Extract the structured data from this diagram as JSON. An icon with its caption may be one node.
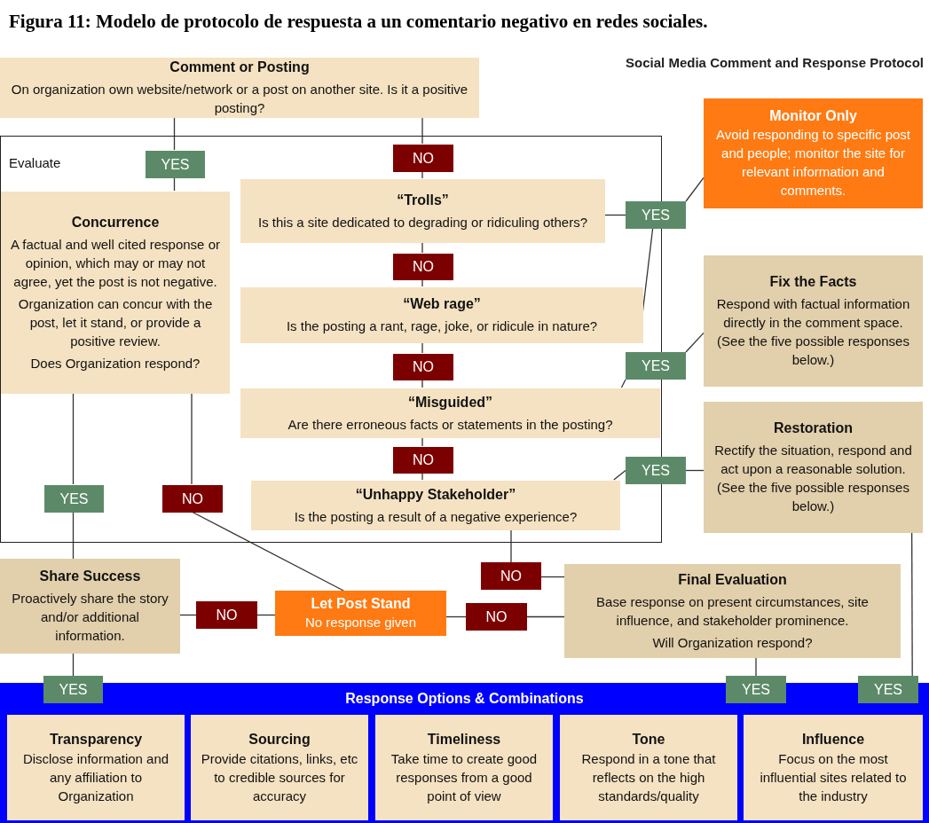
{
  "diagram": {
    "title": "Figura 11: Modelo de protocolo de respuesta a un comentario negativo en redes sociales.",
    "nodes": [
      {
        "text": [
          "Comment or Posting",
          "On organization own website/network or a post on another site. Is it a positive posting?"
        ]
      },
      {
        "text": [
          "Evaluate"
        ]
      },
      {
        "text": [
          "YES"
        ],
        "in": 1
      },
      {
        "text": [
          "NO"
        ],
        "in": 1
      },
      {
        "text": [
          "Concurrence",
          "A factual and well cited response or opinion, which may or may not agree, yet the post is not negative.",
          "Organization can concur with the post, let it stand, or provide a positive review.",
          "Does Organization respond?"
        ],
        "in": 1
      },
      {
        "text": [
          "“Trolls”",
          "Is this a site dedicated to degrading or ridiculing others?"
        ],
        "in": 1
      },
      {
        "text": [
          "NO"
        ],
        "in": 1
      },
      {
        "text": [
          "“Web rage”",
          "Is the posting a rant, rage, joke, or ridicule in nature?"
        ],
        "in": 1
      },
      {
        "text": [
          "NO"
        ],
        "in": 1
      },
      {
        "text": [
          "“Misguided”",
          "Are there erroneous facts or statements in the posting?"
        ],
        "in": 1
      },
      {
        "text": [
          "NO"
        ],
        "in": 1
      },
      {
        "text": [
          "“Unhappy Stakeholder”",
          "Is the posting a result of a negative experience?"
        ],
        "in": 1
      },
      {
        "text": [
          "YES"
        ],
        "in": 1
      },
      {
        "text": [
          "NO"
        ],
        "in": 1
      },
      {
        "text": [
          "YES"
        ]
      },
      {
        "text": [
          "Monitor Only",
          "Avoid responding to specific post and people; monitor the site for relevant information and comments."
        ]
      },
      {
        "text": [
          "YES"
        ]
      },
      {
        "text": [
          "Fix the Facts",
          "Respond with factual information directly in the comment space. (See the five possible responses below.)"
        ]
      },
      {
        "text": [
          "YES"
        ]
      },
      {
        "text": [
          "Restoration",
          "Rectify the situation, respond and act upon a reasonable solution. (See the five possible responses below.)"
        ]
      },
      {
        "text": [
          "NO"
        ]
      },
      {
        "text": [
          "Share Success",
          "Proactively share the story and/or additional information."
        ]
      },
      {
        "text": [
          "NO"
        ]
      },
      {
        "text": [
          "Let Post Stand",
          "No response given"
        ]
      },
      {
        "text": [
          "NO"
        ]
      },
      {
        "text": [
          "Final Evaluation",
          "Base response on present circumstances, site influence, and stakeholder prominence.",
          "Will Organization respond?"
        ]
      },
      {
        "text": [
          "YES"
        ]
      },
      {
        "text": [
          "YES"
        ]
      },
      {
        "text": [
          "YES"
        ]
      },
      {
        "text": [
          "Response Options & Combinations"
        ]
      },
      {
        "text": [
          "Transparency",
          "Disclose information and any affiliation to Organization"
        ],
        "in": 29
      },
      {
        "text": [
          "Sourcing",
          "Provide citations, links, etc to credible sources for accuracy"
        ],
        "in": 29
      },
      {
        "text": [
          "Timeliness",
          "Take time to create good responses from a good point of view"
        ],
        "in": 29
      },
      {
        "text": [
          "Tone",
          "Respond in a tone that reflects on the high standards/quality"
        ],
        "in": 29
      },
      {
        "text": [
          "Influence",
          "Focus on the most influential sites related to the industry"
        ],
        "in": 29
      }
    ],
    "edges": [
      {
        "from": 0,
        "to": 2,
        "arrow": "none"
      },
      {
        "from": 2,
        "to": 4,
        "arrow": "none"
      },
      {
        "from": 0,
        "to": 3,
        "arrow": "none"
      },
      {
        "from": 3,
        "to": 5,
        "arrow": "none"
      },
      {
        "from": 5,
        "to": 6,
        "arrow": "none"
      },
      {
        "from": 6,
        "to": 7,
        "arrow": "none"
      },
      {
        "from": 7,
        "to": 8,
        "arrow": "none"
      },
      {
        "from": 8,
        "to": 9,
        "arrow": "none"
      },
      {
        "from": 9,
        "to": 10,
        "arrow": "none"
      },
      {
        "from": 10,
        "to": 11,
        "arrow": "none"
      },
      {
        "from": 5,
        "to": 14,
        "arrow": "none"
      },
      {
        "from": 7,
        "to": 14,
        "arrow": "none"
      },
      {
        "from": 14,
        "to": 15,
        "arrow": "none"
      },
      {
        "from": 9,
        "to": 16,
        "arrow": "none"
      },
      {
        "from": 16,
        "to": 17,
        "arrow": "none"
      },
      {
        "from": 11,
        "to": 18,
        "arrow": "none"
      },
      {
        "from": 18,
        "to": 19,
        "arrow": "none"
      },
      {
        "from": 4,
        "to": 12,
        "arrow": "none"
      },
      {
        "from": 12,
        "to": 21,
        "arrow": "none"
      },
      {
        "from": 4,
        "to": 13,
        "arrow": "none"
      },
      {
        "from": 13,
        "to": 23,
        "arrow": "none"
      },
      {
        "from": 11,
        "to": 20,
        "arrow": "none"
      },
      {
        "from": 20,
        "to": 25,
        "arrow": "none"
      },
      {
        "from": 21,
        "to": 22,
        "arrow": "none"
      },
      {
        "from": 22,
        "to": 23,
        "arrow": "none"
      },
      {
        "from": 23,
        "to": 24,
        "arrow": "none"
      },
      {
        "from": 24,
        "to": 25,
        "arrow": "none"
      },
      {
        "from": 21,
        "to": 26,
        "arrow": "none"
      },
      {
        "from": 25,
        "to": 27,
        "arrow": "none"
      },
      {
        "from": 19,
        "to": 28,
        "arrow": "none"
      }
    ],
    "labels": [
      "Social Media Comment and Response Protocol"
    ]
  }
}
